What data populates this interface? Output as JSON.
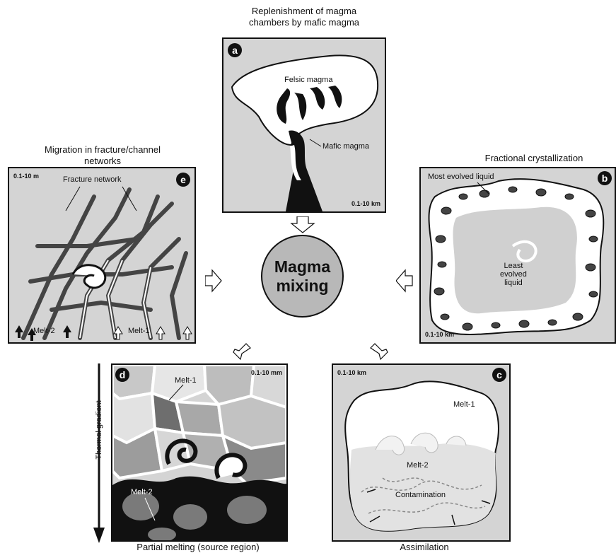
{
  "center": {
    "line1": "Magma",
    "line2": "mixing"
  },
  "panels": {
    "a": {
      "badge": "a",
      "caption_line1": "Replenishment of magma",
      "caption_line2": "chambers by mafic magma",
      "scale": "0.1-10 km",
      "labels": {
        "felsic": "Felsic magma",
        "mafic": "Mafic magma"
      }
    },
    "b": {
      "badge": "b",
      "caption": "Fractional crystallization",
      "scale": "0.1-10 km",
      "labels": {
        "most": "Most evolved liquid",
        "least1": "Least",
        "least2": "evolved",
        "least3": "liquid"
      }
    },
    "c": {
      "badge": "c",
      "caption": "Assimilation",
      "scale": "0.1-10 km",
      "labels": {
        "melt1": "Melt-1",
        "melt2": "Melt-2",
        "contamination": "Contamination"
      }
    },
    "d": {
      "badge": "d",
      "caption": "Partial melting (source region)",
      "scale": "0.1-10 mm",
      "labels": {
        "melt1": "Melt-1",
        "melt2": "Melt-2",
        "gradient": "Thermal gradient"
      }
    },
    "e": {
      "badge": "e",
      "caption_line1": "Migration in fracture/channel",
      "caption_line2": "networks",
      "scale": "0.1-10 m",
      "labels": {
        "fracture": "Fracture network",
        "melt2": "Melt-2",
        "melt1": "Melt-1"
      }
    }
  }
}
